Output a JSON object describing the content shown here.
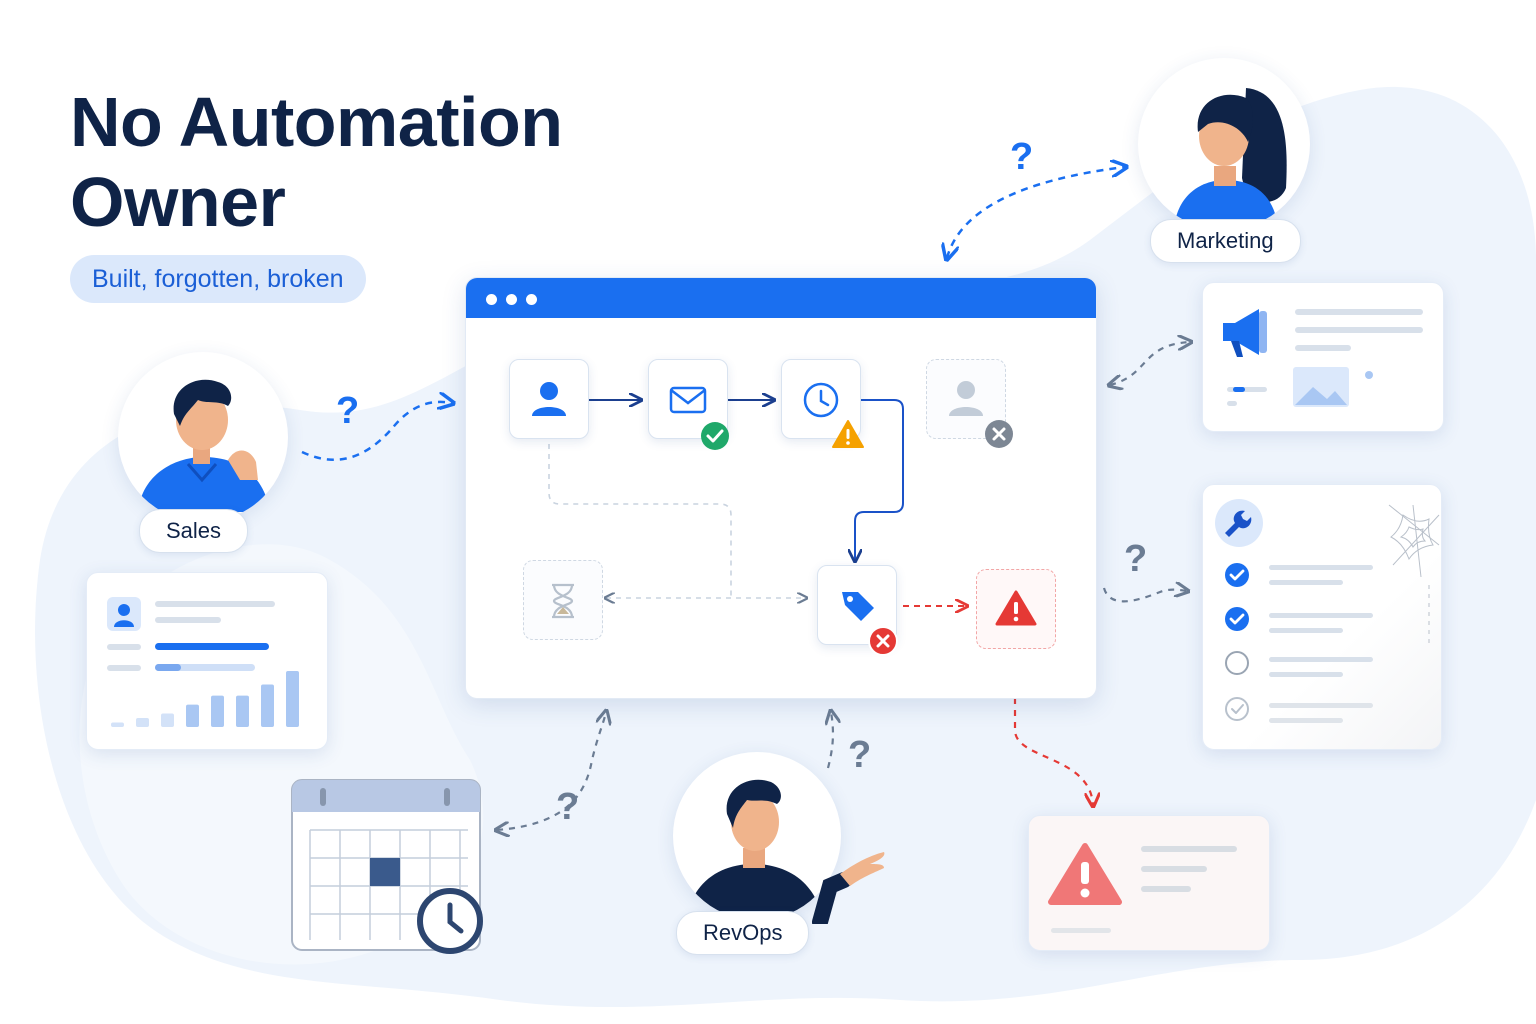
{
  "title": "No Automation\nOwner",
  "subtitle": "Built, forgotten, broken",
  "roles": {
    "sales": "Sales",
    "marketing": "Marketing",
    "revops": "RevOps"
  },
  "question_mark": "?",
  "colors": {
    "navy": "#0f2347",
    "accent_blue": "#1a6ff0",
    "success_green": "#1fa86a",
    "warning_orange": "#f5a100",
    "error_red": "#e53935",
    "muted_gray": "#8a97a8",
    "background_blob": "#eef4fc"
  },
  "workflow_nodes": [
    {
      "id": "contact",
      "icon": "user-icon",
      "status": "none"
    },
    {
      "id": "email",
      "icon": "mail-icon",
      "status": "success"
    },
    {
      "id": "delay",
      "icon": "clock-icon",
      "status": "warning"
    },
    {
      "id": "removed-contact",
      "icon": "user-icon",
      "status": "removed"
    },
    {
      "id": "wait",
      "icon": "hourglass-icon",
      "status": "inactive"
    },
    {
      "id": "tag",
      "icon": "tag-icon",
      "status": "error"
    },
    {
      "id": "alert",
      "icon": "warning-triangle-icon",
      "status": "error"
    }
  ],
  "side_cards": {
    "analytics": {
      "icon": "user-icon",
      "bars": [
        0.08,
        0.16,
        0.24,
        0.4,
        0.56,
        0.56,
        0.76,
        1.0
      ]
    },
    "campaign": {
      "icon": "megaphone-icon",
      "image_icon": "image-icon"
    },
    "checklist": {
      "icon": "wrench-icon",
      "items": [
        "checked",
        "checked",
        "unchecked",
        "faded-check"
      ],
      "decoration": "cobweb"
    },
    "error_report": {
      "icon": "warning-triangle-icon"
    },
    "calendar": {
      "icon": "calendar-icon",
      "overlay_icon": "clock-icon"
    }
  }
}
